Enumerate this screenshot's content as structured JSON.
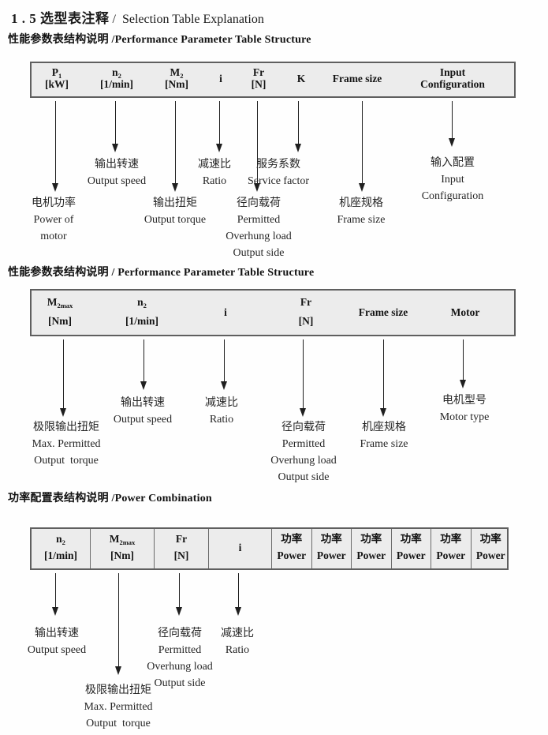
{
  "title": {
    "zh": "1 . 5 选型表注释",
    "en": " /  Selection Table Explanation"
  },
  "sections": [
    {
      "heading": "性能参数表结构说明 /Performance Parameter Table Structure",
      "table": {
        "columns": [
          {
            "top": "P",
            "top_sub": "1",
            "bottom": "[kW]"
          },
          {
            "top": "n",
            "top_sub": "2",
            "bottom": "[1/min]"
          },
          {
            "top": "M",
            "top_sub": "2",
            "bottom": "[Nm]"
          },
          {
            "single": "i"
          },
          {
            "top": "Fr",
            "bottom": "[N]"
          },
          {
            "single": "K"
          },
          {
            "single": "Frame size"
          },
          {
            "top": "Input",
            "bottom": "Configuration"
          }
        ]
      },
      "labels": [
        {
          "lines": [
            "电机功率",
            "Power of",
            "motor"
          ]
        },
        {
          "lines": [
            "输出转速",
            "Output speed"
          ]
        },
        {
          "lines": [
            "输出扭矩",
            "Output torque"
          ]
        },
        {
          "lines": [
            "减速比",
            "Ratio"
          ]
        },
        {
          "lines": [
            "径向载荷",
            "Permitted",
            "Overhung load",
            "Output side"
          ]
        },
        {
          "lines": [
            "服务系数",
            "Service factor"
          ]
        },
        {
          "lines": [
            "机座规格",
            "Frame size"
          ]
        },
        {
          "lines": [
            "输入配置",
            "Input",
            "Configuration"
          ]
        }
      ]
    },
    {
      "heading": "性能参数表结构说明 / Performance Parameter Table Structure",
      "table": {
        "columns": [
          {
            "top": "M",
            "top_sub": "2max",
            "bottom": "[Nm]"
          },
          {
            "top": "n",
            "top_sub": "2",
            "bottom": "[1/min]"
          },
          {
            "single": "i"
          },
          {
            "top": "Fr",
            "bottom": "[N]"
          },
          {
            "single": "Frame size"
          },
          {
            "single": "Motor"
          }
        ]
      },
      "labels": [
        {
          "lines": [
            "极限输出扭矩",
            "Max. Permitted",
            "Output  torque"
          ]
        },
        {
          "lines": [
            "输出转速",
            "Output speed"
          ]
        },
        {
          "lines": [
            "减速比",
            "Ratio"
          ]
        },
        {
          "lines": [
            "径向载荷",
            "Permitted",
            "Overhung load",
            "Output side"
          ]
        },
        {
          "lines": [
            "机座规格",
            "Frame size"
          ]
        },
        {
          "lines": [
            "电机型号",
            "Motor type"
          ]
        }
      ]
    },
    {
      "heading": "功率配置表结构说明 /Power Combination",
      "table": {
        "columns": [
          {
            "top": "n",
            "top_sub": "2",
            "bottom": "[1/min]"
          },
          {
            "top": "M",
            "top_sub": "2max",
            "bottom": "[Nm]"
          },
          {
            "top": "Fr",
            "bottom": "[N]"
          },
          {
            "single": "i"
          },
          {
            "top": "功率",
            "bottom": "Power"
          },
          {
            "top": "功率",
            "bottom": "Power"
          },
          {
            "top": "功率",
            "bottom": "Power"
          },
          {
            "top": "功率",
            "bottom": "Power"
          },
          {
            "top": "功率",
            "bottom": "Power"
          },
          {
            "top": "功率",
            "bottom": "Power"
          }
        ]
      },
      "labels": [
        {
          "lines": [
            "输出转速",
            "Output speed"
          ]
        },
        {
          "lines": [
            "极限输出扭矩",
            "Max. Permitted",
            "Output  torque"
          ]
        },
        {
          "lines": [
            "径向载荷",
            "Permitted",
            "Overhung load",
            "Output side"
          ]
        },
        {
          "lines": [
            "减速比",
            "Ratio"
          ]
        }
      ]
    }
  ]
}
